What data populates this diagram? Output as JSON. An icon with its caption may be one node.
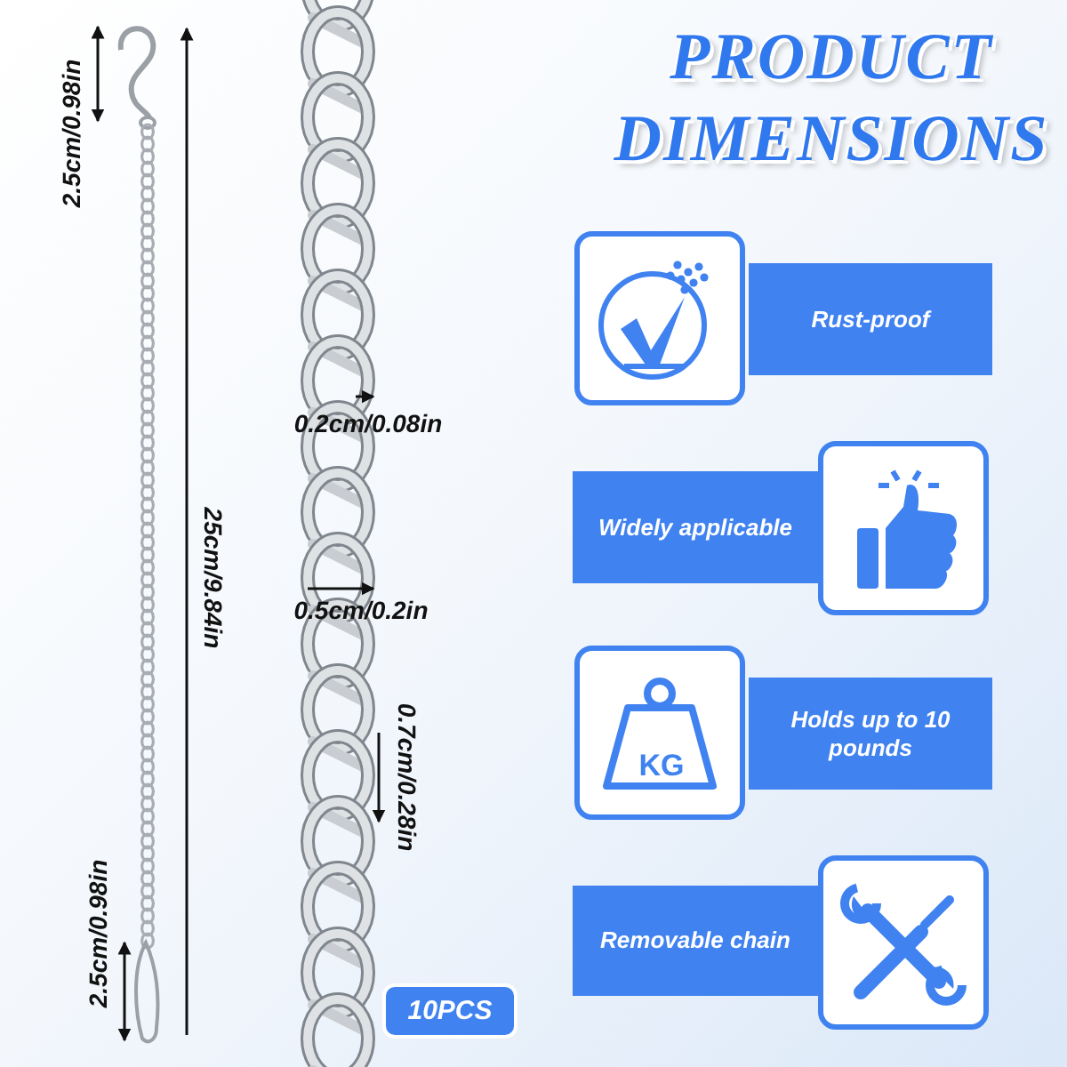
{
  "diagram": {
    "title": "PRODUCT DIMENSIONS",
    "nodes": [
      {
        "text": [
          "Rust-proof"
        ]
      },
      {
        "text": [
          "Widely applicable"
        ]
      },
      {
        "text": [
          "Holds up to 10 pounds"
        ]
      },
      {
        "text": [
          "Removable chain"
        ]
      },
      {
        "text": [
          "10PCS"
        ]
      }
    ],
    "labels": [
      "2.5cm/0.98in",
      "25cm/9.84in",
      "0.2cm/0.08in",
      "0.5cm/0.2in",
      "0.7cm/0.28in",
      "2.5cm/0.98in",
      "KG"
    ]
  }
}
